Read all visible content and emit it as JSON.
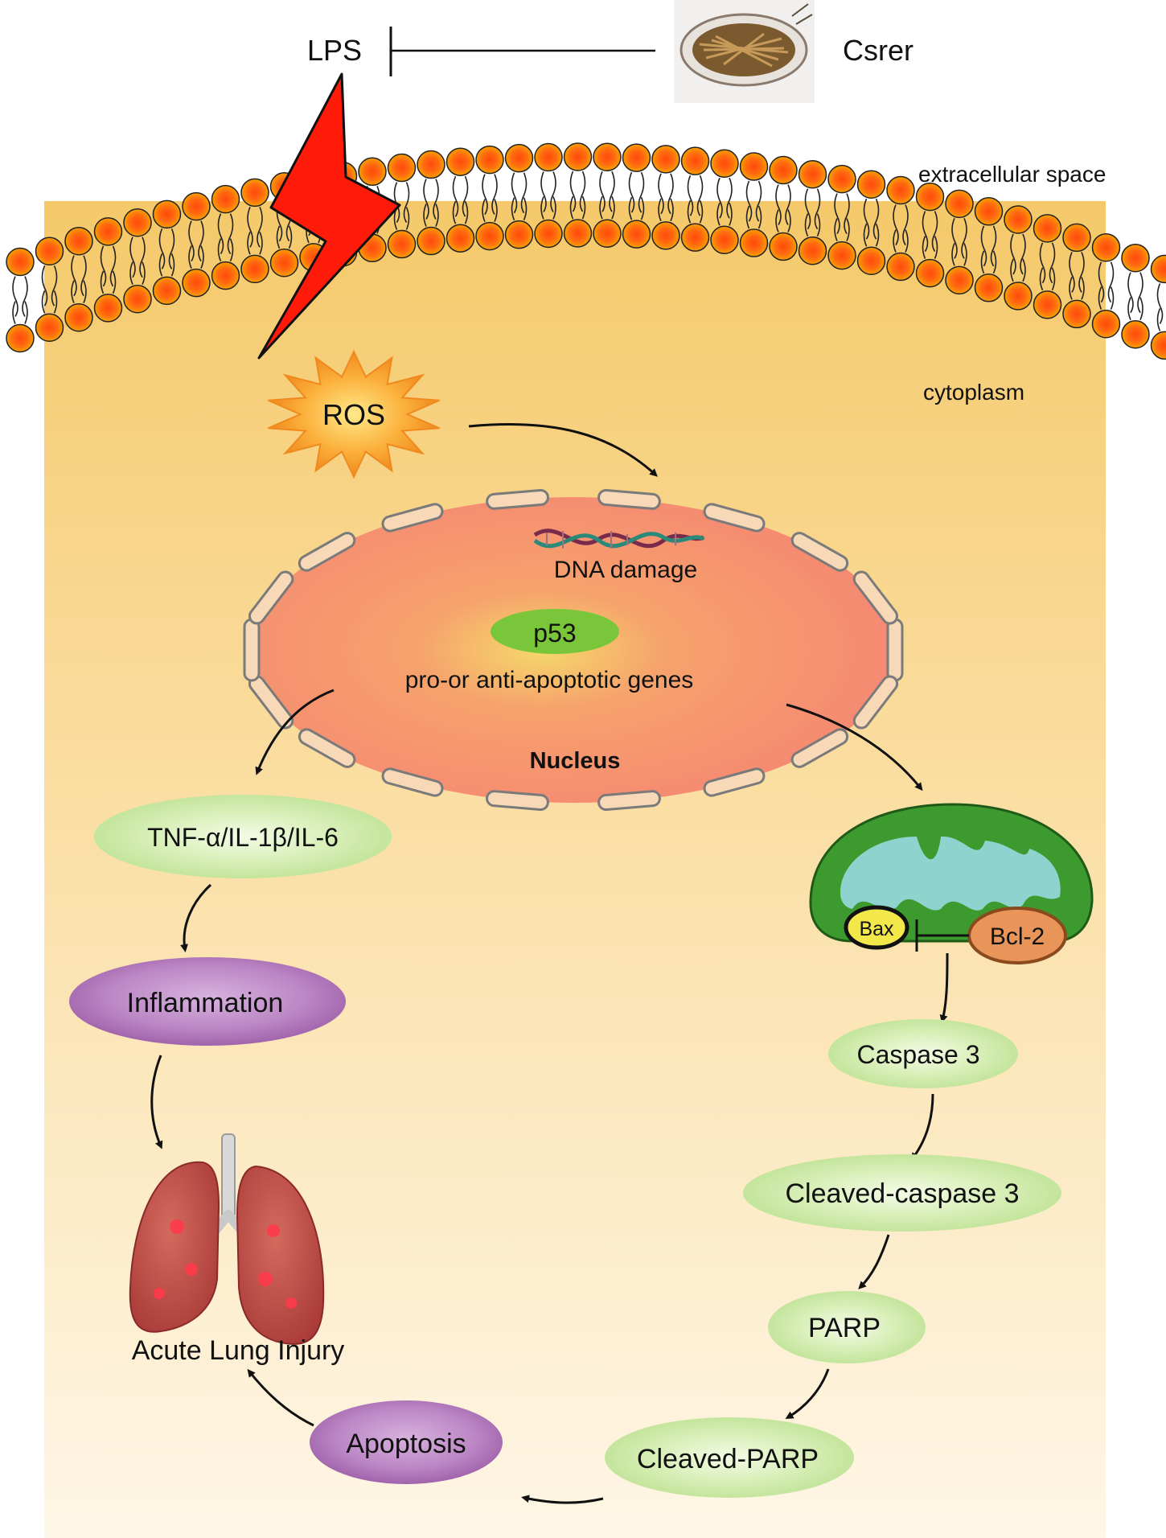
{
  "labels": {
    "lps": "LPS",
    "csrer": "Csrer",
    "extracellular": "extracellular space",
    "cytoplasm": "cytoplasm",
    "ros": "ROS",
    "dna_damage": "DNA damage",
    "p53": "p53",
    "genes": "pro-or anti-apoptotic genes",
    "nucleus": "Nucleus",
    "cytokines": "TNF-α/IL-1β/IL-6",
    "inflammation": "Inflammation",
    "acute_lung_injury": "Acute Lung Injury",
    "bax": "Bax",
    "bcl2": "Bcl-2",
    "caspase3": "Caspase 3",
    "cleaved_caspase3": "Cleaved-caspase 3",
    "parp": "PARP",
    "cleaved_parp": "Cleaved-PARP",
    "apoptosis": "Apoptosis"
  },
  "colors": {
    "cytoplasm_top": "#f5c96a",
    "cytoplasm_bottom": "#fef6e6",
    "head_outer": "#f08a00",
    "head_inner": "#ff4a0a",
    "lightning": "#ff1a0a",
    "ros_star": "#f7931e",
    "nucleus": "#f58f6f",
    "nucleus_center": "#f5d36a",
    "p53": "#7ac63a",
    "green_ellipse": "#c5e59c",
    "purple_ellipse": "#b37abd",
    "mito_outer": "#3d9a2e",
    "mito_inner": "#8fd3cf",
    "bax": "#f2e84a",
    "bcl2": "#e9955a",
    "lung": "#b5413f"
  },
  "icons": [
    "herb-bowl-icon",
    "lightning-icon",
    "ros-star-icon",
    "dna-icon",
    "mitochondrion-icon",
    "lungs-icon"
  ]
}
